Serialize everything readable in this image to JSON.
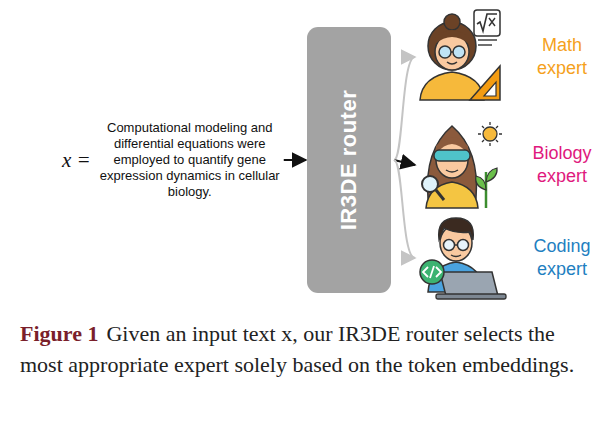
{
  "diagram": {
    "caption": "Given an input text x, our IR3DE router selects the most appropriate expert solely based on the token embeddings.",
    "nodes": [
      {
        "text": [
          "x =",
          "Computational modeling and differential equations were employed to quantify gene expression dynamics in cellular biology."
        ]
      },
      {
        "text": [
          "IR3DE router"
        ]
      },
      {
        "text": [
          "Math expert"
        ]
      },
      {
        "text": [
          "Biology expert"
        ]
      },
      {
        "text": [
          "Coding expert"
        ]
      }
    ],
    "edges": [
      {
        "from": 0,
        "to": 1,
        "arrow": "to"
      },
      {
        "from": 1,
        "to": 2,
        "arrow": "to"
      },
      {
        "from": 1,
        "to": 3,
        "arrow": "to"
      },
      {
        "from": 1,
        "to": 4,
        "arrow": "to"
      }
    ],
    "labels": [
      "Figure 1"
    ]
  }
}
